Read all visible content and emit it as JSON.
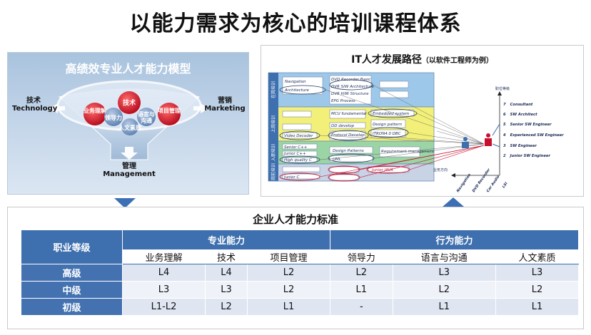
{
  "title": "以能力需求为核心的培训课程体系",
  "left_model": {
    "title": "高绩效专业人才能力模型",
    "tech_cn": "技术",
    "tech_en": "Technology",
    "marketing_cn": "营销",
    "marketing_en": "Marketing",
    "mgmt_cn": "管理",
    "mgmt_en": "Management",
    "circles": [
      "技术",
      "业务理解",
      "领导力",
      "语言与沟通",
      "项目管理",
      "人文素质"
    ]
  },
  "it_path": {
    "title": "IT人才发展路径",
    "subtitle": "（以软件工程师为例）",
    "stages": [
      "在岗培训",
      "上岗培训",
      "入职培训",
      "岗前培训"
    ],
    "courses": [
      "Navigation",
      "Architecture",
      "DVD Recorder Basic",
      "DVR S/W Architecture",
      "DVR H/W Structure",
      "EPG Process",
      "MCU fundamental",
      "Embedded system",
      "DD develop",
      "Design pattern",
      "ITRON4.0 DBC",
      "Video Decoder",
      "Protocol Develop",
      "Senior C++",
      "Junior C++",
      "High quality C",
      "Design Patterns",
      "UML",
      "Requirement management",
      "Junior C",
      "Junior JAVA"
    ],
    "career_axis_label": "职位等级",
    "levels": [
      {
        "num": "7",
        "name": "Consultant"
      },
      {
        "num": "6",
        "name": "SW Architect"
      },
      {
        "num": "5",
        "name": "Senior SW Engineer"
      },
      {
        "num": "4",
        "name": "Experienced SW Engineer"
      },
      {
        "num": "3",
        "name": "SW Engineer"
      },
      {
        "num": "2",
        "name": "Junior SW Engineer"
      }
    ],
    "direction_label": "业务方向",
    "directions": [
      "Navigation",
      "DVD Recorder",
      "Car Audio",
      "LSI"
    ]
  },
  "standards": {
    "title": "企业人才能力标准",
    "level_header": "职业等级",
    "groups": [
      {
        "label": "专业能力"
      },
      {
        "label": "行为能力"
      }
    ],
    "columns": [
      "业务理解",
      "技术",
      "项目管理",
      "领导力",
      "语言与沟通",
      "人文素质"
    ],
    "rows": [
      {
        "level": "高级",
        "values": [
          "L4",
          "L4",
          "L2",
          "L2",
          "L3",
          "L3"
        ]
      },
      {
        "level": "中级",
        "values": [
          "L3",
          "L3",
          "L2",
          "L1",
          "L2",
          "L2"
        ]
      },
      {
        "level": "初级",
        "values": [
          "L1-L2",
          "L2",
          "L1",
          "-",
          "L1",
          "L1"
        ]
      }
    ]
  },
  "colors": {
    "table_header": "#3e6fae",
    "row_odd": "#dfe6f2",
    "row_even": "#eff3f9",
    "accent_red": "#c8102e",
    "arrow_blue": "#3d6fb6"
  }
}
